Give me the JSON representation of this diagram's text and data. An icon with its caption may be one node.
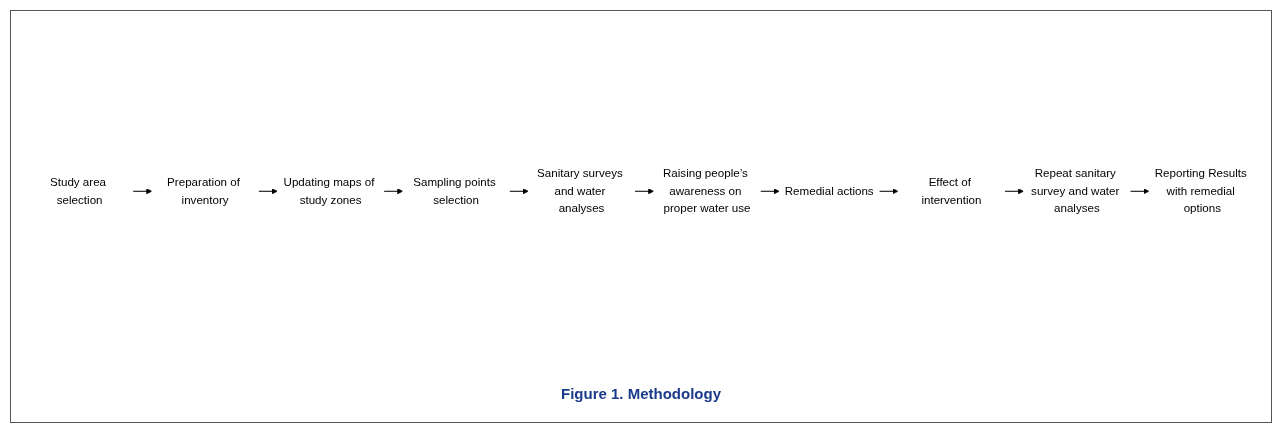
{
  "diagram": {
    "caption": "Figure 1. Methodology",
    "nodes": [
      {
        "text": [
          "Study area selection"
        ]
      },
      {
        "text": [
          "Preparation of inventory"
        ]
      },
      {
        "text": [
          "Updating maps of study zones"
        ]
      },
      {
        "text": [
          "Sampling points selection"
        ]
      },
      {
        "text": [
          "Sanitary surveys and water analyses"
        ]
      },
      {
        "text": [
          "Raising people’s awareness on proper water use"
        ]
      },
      {
        "text": [
          "Remedial actions"
        ]
      },
      {
        "text": [
          "Effect of intervention"
        ]
      },
      {
        "text": [
          "Repeat sanitary survey and water analyses"
        ]
      },
      {
        "text": [
          "Reporting Results with remedial options"
        ]
      }
    ],
    "edges": [
      {
        "from": 0,
        "to": 1,
        "arrow": "to"
      },
      {
        "from": 1,
        "to": 2,
        "arrow": "to"
      },
      {
        "from": 2,
        "to": 3,
        "arrow": "to"
      },
      {
        "from": 3,
        "to": 4,
        "arrow": "to"
      },
      {
        "from": 4,
        "to": 5,
        "arrow": "to"
      },
      {
        "from": 5,
        "to": 6,
        "arrow": "to"
      },
      {
        "from": 6,
        "to": 7,
        "arrow": "to"
      },
      {
        "from": 7,
        "to": 8,
        "arrow": "to"
      },
      {
        "from": 8,
        "to": 9,
        "arrow": "to"
      }
    ]
  }
}
